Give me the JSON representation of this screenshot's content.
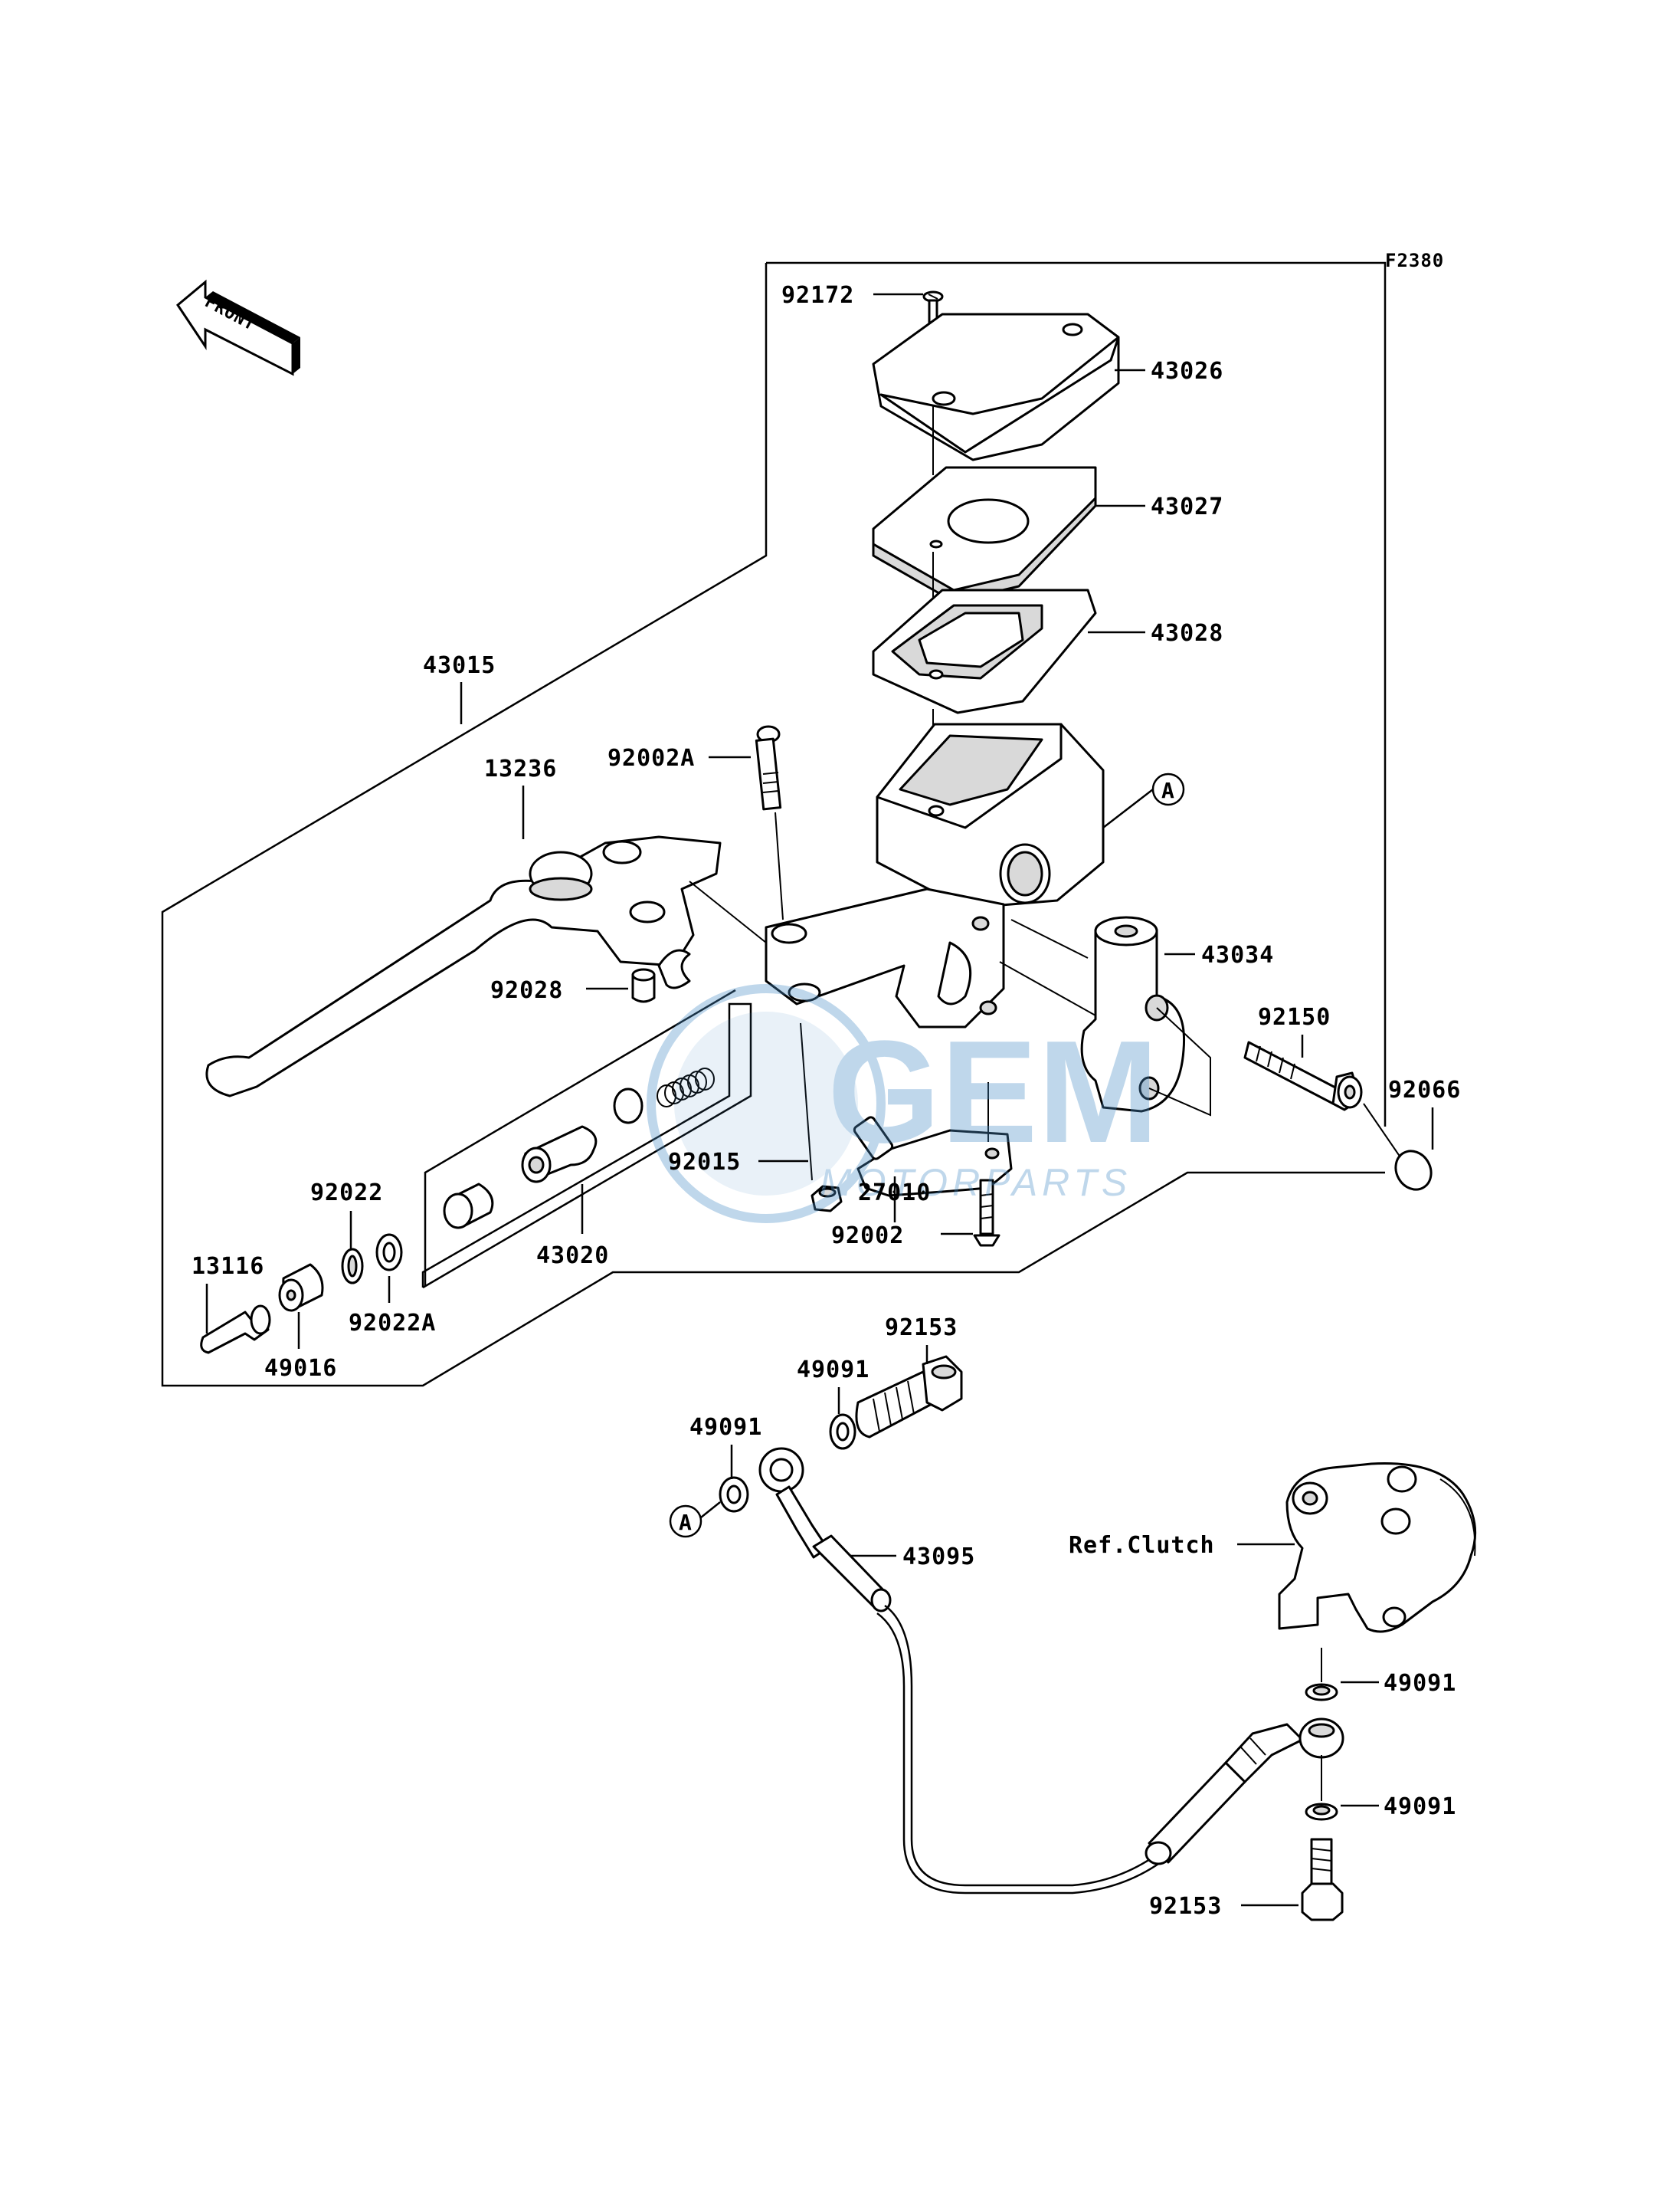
{
  "figure_code": "F2380",
  "front_label": "FRONT",
  "callout_a": "A",
  "ref_clutch": "Ref.Clutch",
  "watermark": {
    "brand": "GEM",
    "sub": "MOTORPARTS",
    "color": "#4a90c8"
  },
  "labels": {
    "p92172": "92172",
    "p43026": "43026",
    "p43027": "43027",
    "p43028": "43028",
    "p43015": "43015",
    "p92002A": "92002A",
    "p13236": "13236",
    "p43034": "43034",
    "p92150": "92150",
    "p92028": "92028",
    "p92066": "92066",
    "p92015": "92015",
    "p27010": "27010",
    "p92002": "92002",
    "p43020": "43020",
    "p92022": "92022",
    "p13116": "13116",
    "p92022A": "92022A",
    "p49016": "49016",
    "p92153_top": "92153",
    "p49091_a": "49091",
    "p49091_b": "49091",
    "p43095": "43095",
    "p49091_c": "49091",
    "p49091_d": "49091",
    "p92153_bot": "92153"
  }
}
